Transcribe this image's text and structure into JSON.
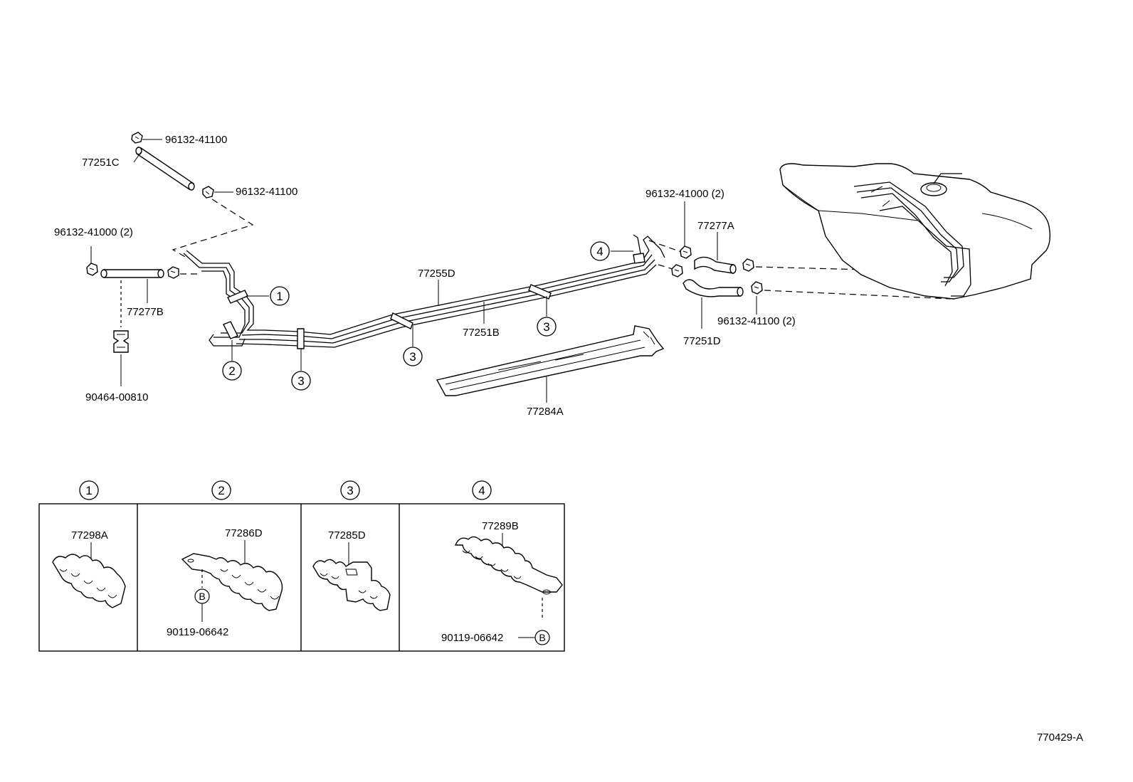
{
  "diagram_id": "770429-A",
  "callouts": {
    "p_96132_41100_top": "96132-41100",
    "p_77251C": "77251C",
    "p_96132_41100_mid": "96132-41100",
    "p_96132_41000_left": "96132-41000 (2)",
    "p_77277B": "77277B",
    "p_90464_00810": "90464-00810",
    "p_77255D": "77255D",
    "p_77251B": "77251B",
    "p_77284A": "77284A",
    "p_96132_41000_right": "96132-41000 (2)",
    "p_77277A": "77277A",
    "p_96132_41100_right": "96132-41100 (2)",
    "p_77251D": "77251D"
  },
  "ref_markers": [
    "1",
    "2",
    "3",
    "4"
  ],
  "detail_panels": [
    {
      "marker": "1",
      "part": "77298A",
      "bolt": ""
    },
    {
      "marker": "2",
      "part": "77286D",
      "bolt": "90119-06642",
      "bolt_marker": "B"
    },
    {
      "marker": "3",
      "part": "77285D",
      "bolt": ""
    },
    {
      "marker": "4",
      "part": "77289B",
      "bolt": "90119-06642",
      "bolt_marker": "B"
    }
  ]
}
